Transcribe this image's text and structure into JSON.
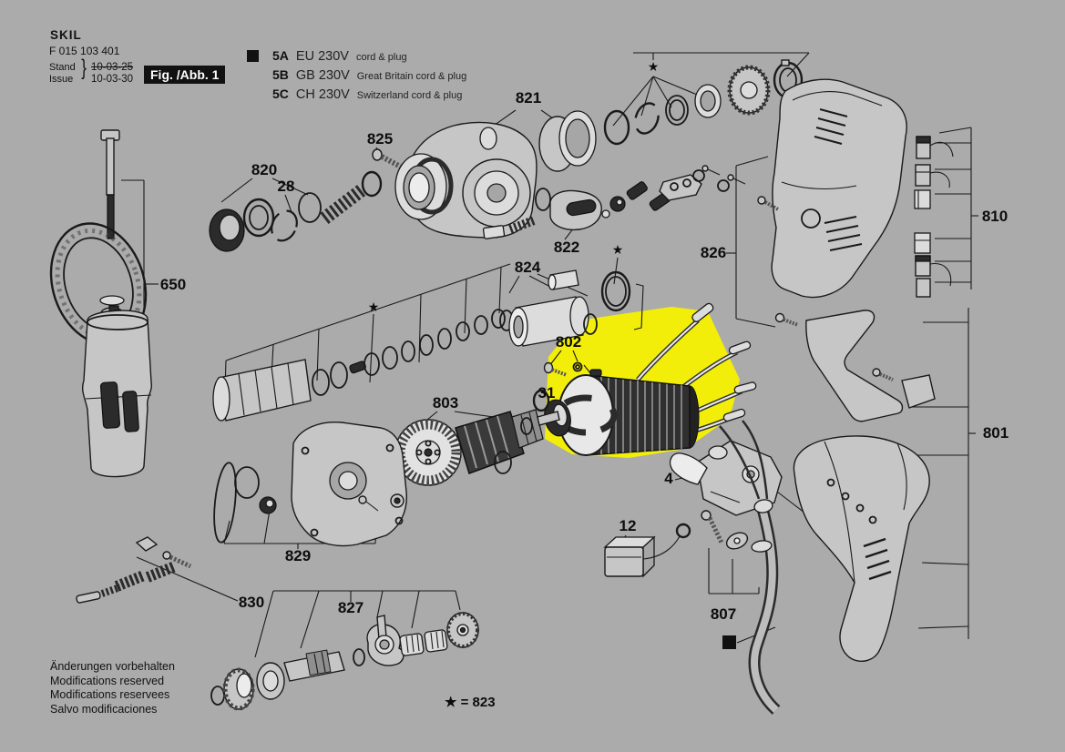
{
  "colors": {
    "background": "#ababab",
    "highlight": "#f2ee0a",
    "ink": "#1a1a1a"
  },
  "header": {
    "brand": "SKIL",
    "part_number": "F 015 103 401",
    "stand_label": "Stand",
    "issue_label": "Issue",
    "brace": "}",
    "stand_date": "10-03-25",
    "issue_date": "10-03-30",
    "figure_label": "Fig. /Abb. 1"
  },
  "legend": {
    "items": [
      {
        "code": "5A",
        "voltage": "EU 230V",
        "desc": "cord & plug"
      },
      {
        "code": "5B",
        "voltage": "GB 230V",
        "desc": "Great Britain cord & plug"
      },
      {
        "code": "5C",
        "voltage": "CH 230V",
        "desc": "Switzerland cord & plug"
      }
    ]
  },
  "symbols": {
    "star": "★",
    "square": "■"
  },
  "part_labels": {
    "p821": "821",
    "p825": "825",
    "p820": "820",
    "p28": "28",
    "p650": "650",
    "p822": "822",
    "p824": "824",
    "p826": "826",
    "p810": "810",
    "p802": "802",
    "p31": "31",
    "p803": "803",
    "p829": "829",
    "p830": "830",
    "p827": "827",
    "p4": "4",
    "p12": "12",
    "p807": "807",
    "p801": "801"
  },
  "footer": {
    "lines": [
      "Änderungen vorbehalten",
      "Modifications reserved",
      "Modifications reservees",
      "Salvo modificaciones"
    ],
    "star_note": "★ = 823"
  }
}
